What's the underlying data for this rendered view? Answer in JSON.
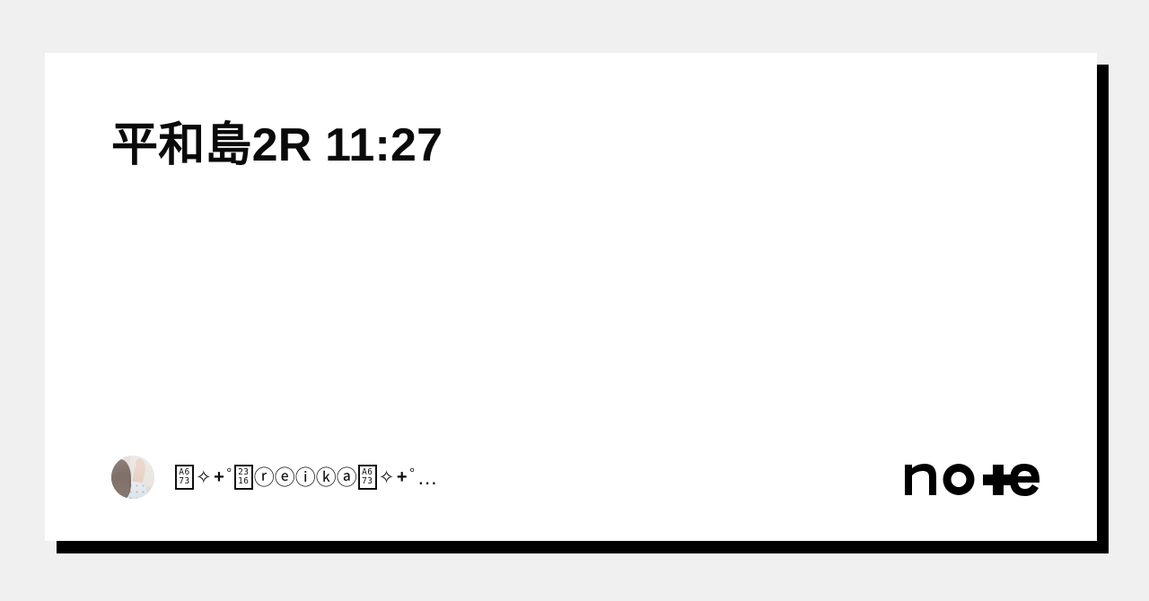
{
  "brand": {
    "logo_text": "note",
    "logo_name": "note-logo",
    "color": "#000000"
  },
  "card": {
    "background": "#ffffff",
    "shadow_color": "#000000",
    "page_background": "#f0f0f0"
  },
  "article": {
    "title": "平和島2R 11:27",
    "title_color": "#0a0a0a"
  },
  "author": {
    "avatar_alt": "author-avatar-photo",
    "display_name": "꙳✧+°⌖ⓡⓔⓘⓚⓐ꙳✧+°…",
    "name_parts": [
      {
        "type": "tofu",
        "codepoint_top": "A6",
        "codepoint_bottom": "73"
      },
      {
        "type": "glyph",
        "char": "✧"
      },
      {
        "type": "glyph",
        "char": "+"
      },
      {
        "type": "glyph",
        "char": "°"
      },
      {
        "type": "tofu",
        "codepoint_top": "23",
        "codepoint_bottom": "16"
      },
      {
        "type": "circled",
        "char": "ⓡ"
      },
      {
        "type": "circled",
        "char": "ⓔ"
      },
      {
        "type": "circled",
        "char": "ⓘ"
      },
      {
        "type": "circled",
        "char": "ⓚ"
      },
      {
        "type": "circled",
        "char": "ⓐ"
      },
      {
        "type": "tofu",
        "codepoint_top": "A6",
        "codepoint_bottom": "73"
      },
      {
        "type": "glyph",
        "char": "✧"
      },
      {
        "type": "glyph",
        "char": "+"
      },
      {
        "type": "glyph",
        "char": "°"
      },
      {
        "type": "ellipsis",
        "char": "…"
      }
    ],
    "name_color": "#0d0d0d"
  }
}
